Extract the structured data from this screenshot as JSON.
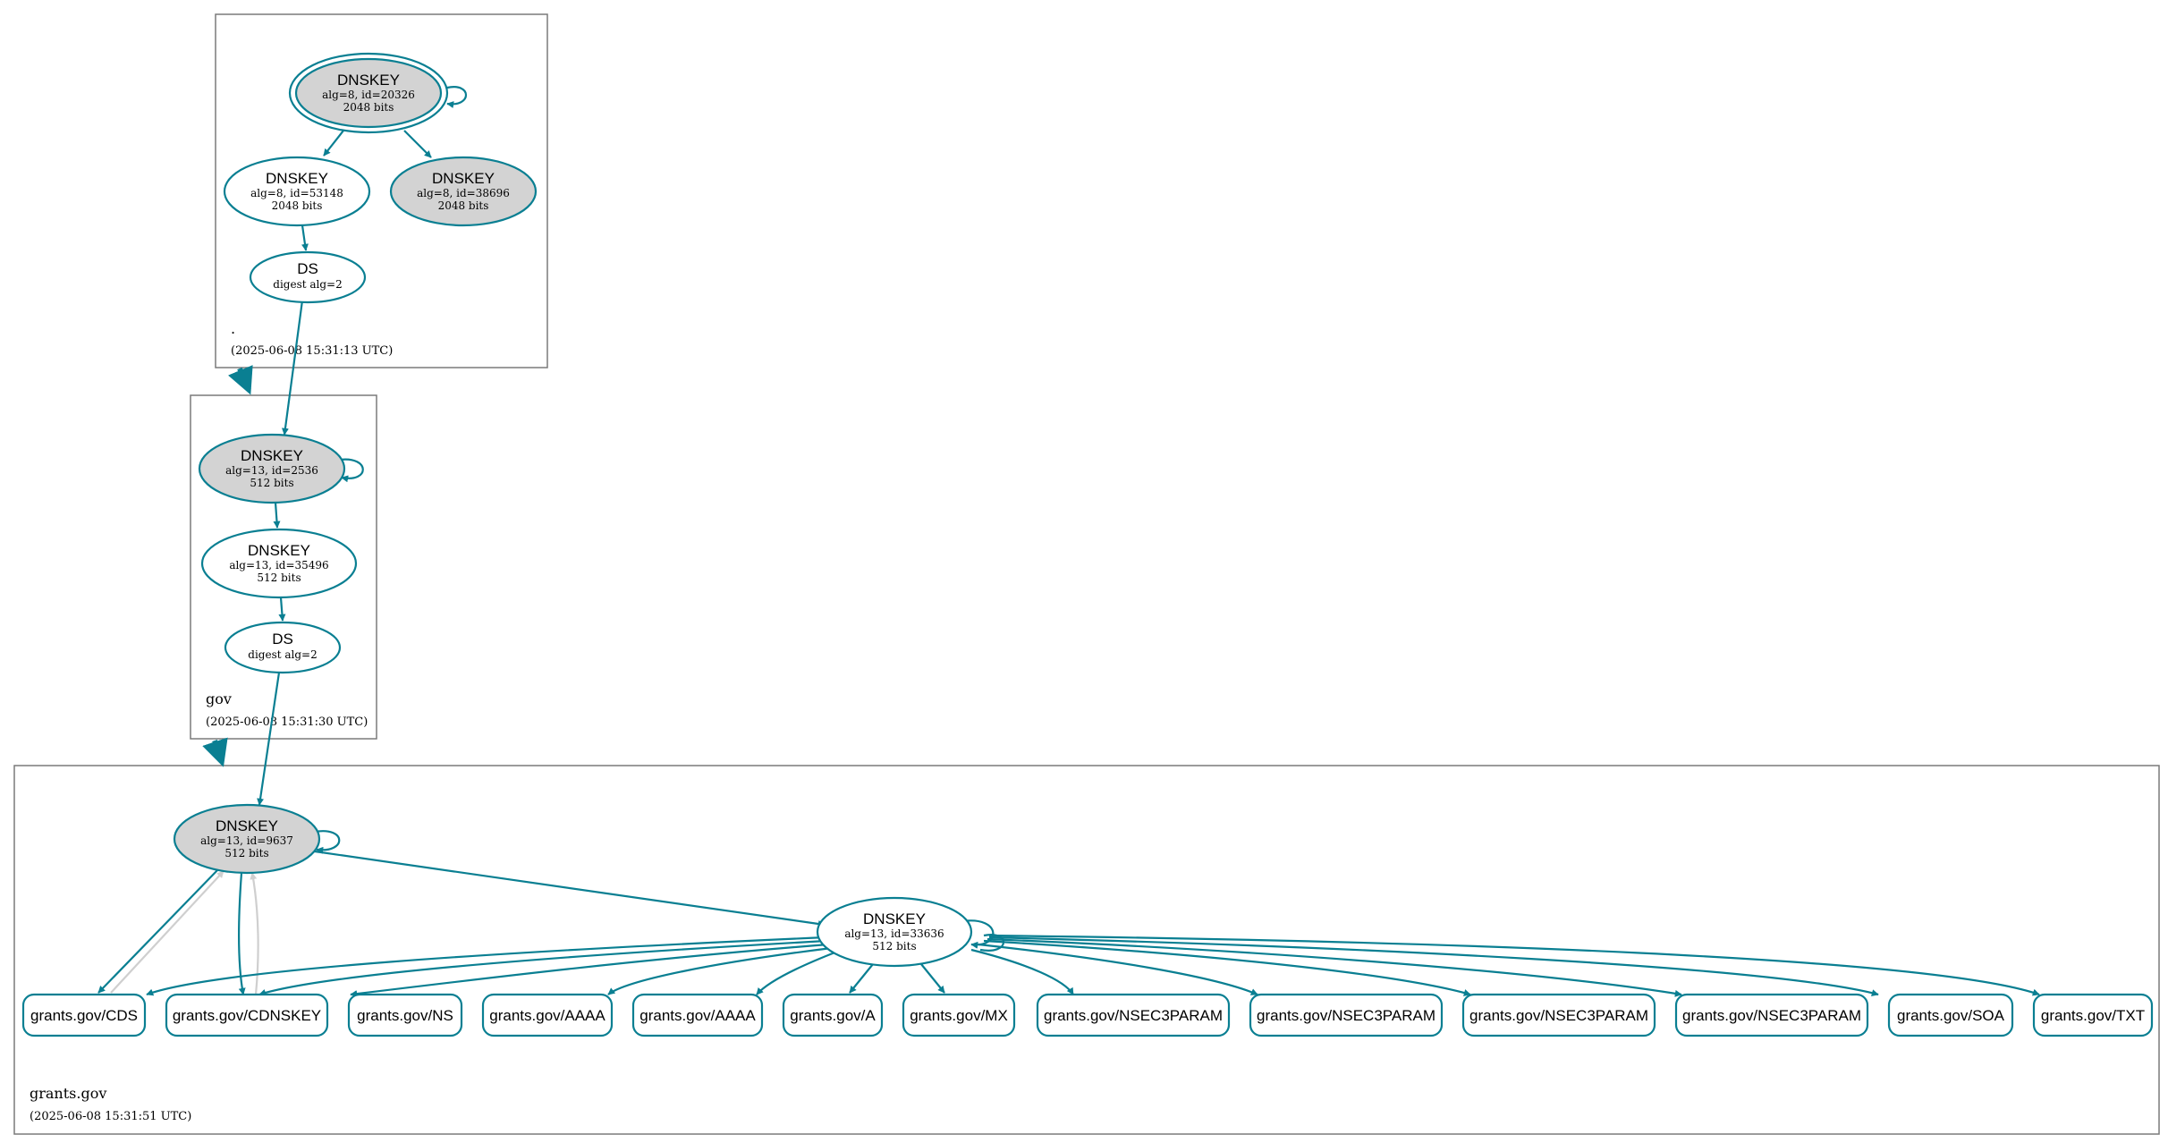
{
  "colors": {
    "stroke": "#0a7f92",
    "sep_fill": "#d3d3d3",
    "plain_fill": "#ffffff",
    "grey_edge": "#cfcfcf",
    "zone_border": "#7a7a7a"
  },
  "zones": {
    "root": {
      "name": ".",
      "time": "(2025-06-08 15:31:13 UTC)"
    },
    "gov": {
      "name": "gov",
      "time": "(2025-06-08 15:31:30 UTC)"
    },
    "grants": {
      "name": "grants.gov",
      "time": "(2025-06-08 15:31:51 UTC)"
    }
  },
  "nodes": {
    "root_ksk": {
      "title": "DNSKEY",
      "line1": "alg=8, id=20326",
      "line2": "2048 bits"
    },
    "root_zsk": {
      "title": "DNSKEY",
      "line1": "alg=8, id=53148",
      "line2": "2048 bits"
    },
    "root_ksk2": {
      "title": "DNSKEY",
      "line1": "alg=8, id=38696",
      "line2": "2048 bits"
    },
    "root_ds": {
      "title": "DS",
      "line1": "digest alg=2"
    },
    "gov_ksk": {
      "title": "DNSKEY",
      "line1": "alg=13, id=2536",
      "line2": "512 bits"
    },
    "gov_zsk": {
      "title": "DNSKEY",
      "line1": "alg=13, id=35496",
      "line2": "512 bits"
    },
    "gov_ds": {
      "title": "DS",
      "line1": "digest alg=2"
    },
    "grants_ksk": {
      "title": "DNSKEY",
      "line1": "alg=13, id=9637",
      "line2": "512 bits"
    },
    "grants_zsk": {
      "title": "DNSKEY",
      "line1": "alg=13, id=33636",
      "line2": "512 bits"
    }
  },
  "records": [
    "grants.gov/CDS",
    "grants.gov/CDNSKEY",
    "grants.gov/NS",
    "grants.gov/AAAA",
    "grants.gov/AAAA",
    "grants.gov/A",
    "grants.gov/MX",
    "grants.gov/NSEC3PARAM",
    "grants.gov/NSEC3PARAM",
    "grants.gov/NSEC3PARAM",
    "grants.gov/NSEC3PARAM",
    "grants.gov/SOA",
    "grants.gov/TXT"
  ]
}
